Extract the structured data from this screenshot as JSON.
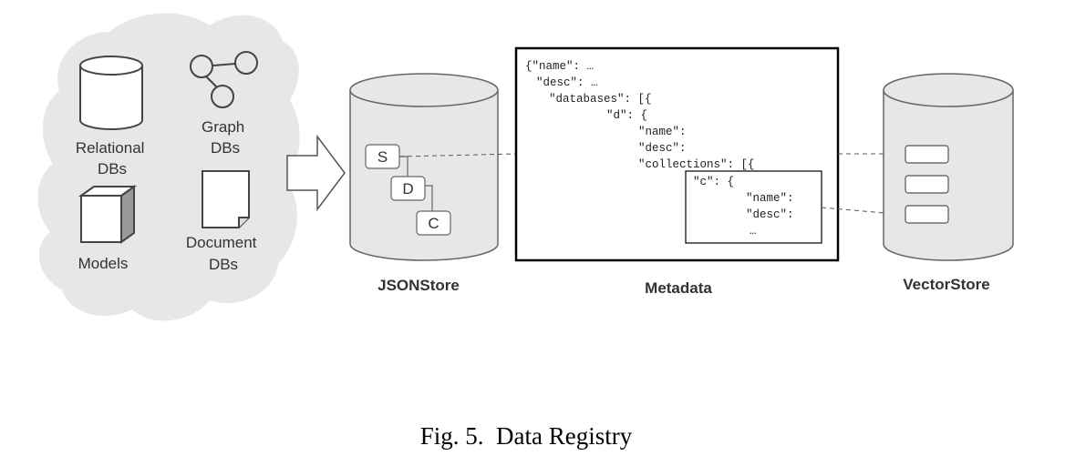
{
  "sources": {
    "relational": [
      "Relational",
      "DBs"
    ],
    "graph": [
      "Graph",
      "DBs"
    ],
    "models": [
      "Models"
    ],
    "document": [
      "Document",
      "DBs"
    ]
  },
  "jsonstore": {
    "label": "JSONStore",
    "nodes": {
      "s": "S",
      "d": "D",
      "c": "C"
    }
  },
  "metadata": {
    "label": "Metadata",
    "outer_lines": [
      "{\"name\": …",
      "\"desc\": …",
      "\"databases\": [{",
      "\"d\": {",
      "\"name\":",
      "\"desc\":",
      "\"collections\": [{"
    ],
    "inner_lines": [
      "\"c\": {",
      "\"name\":",
      "\"desc\":",
      "…"
    ]
  },
  "vectorstore": {
    "label": "VectorStore"
  },
  "caption": "Fig. 5.  Data Registry"
}
